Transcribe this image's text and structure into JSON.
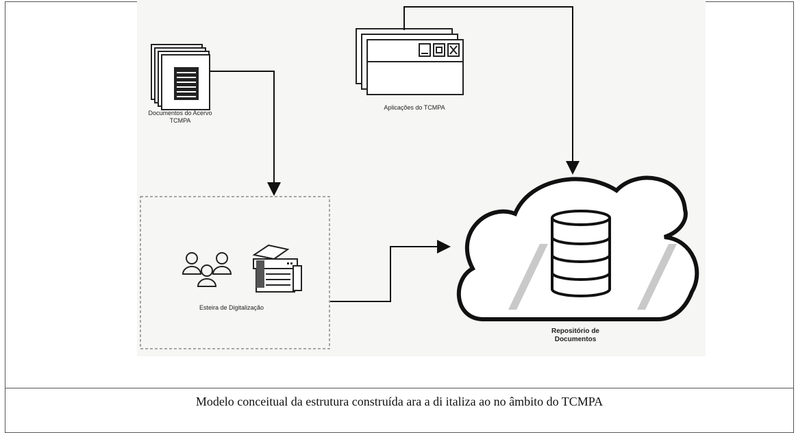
{
  "diagram": {
    "documents_label": "Documentos do Acervo TCMPA",
    "applications_label": "Aplicações do TCMPA",
    "scanning_label": "Esteira de Digitalização",
    "repository_label": "Repositório de Documentos"
  },
  "caption": "Modelo conceitual da estrutura construída ara a di italiza ao no âmbito do TCMPA"
}
